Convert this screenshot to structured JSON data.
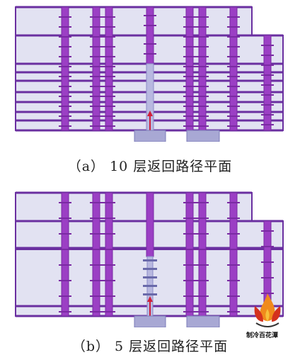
{
  "captions": {
    "a": "（a） 10 层返回路径平面",
    "b": "（b） 5 层返回路径平面"
  },
  "logo": {
    "text": "制冷百花潭"
  },
  "colors": {
    "floor_fill": "#e2e2f2",
    "outline": "#6a2fa0",
    "column": "#9b3fc4",
    "column_dark": "#7a2aa3",
    "shaft": "#b8b8e0",
    "arrow": "#d0203a",
    "logo_orange": "#f08a1c",
    "logo_red": "#d4311d"
  }
}
